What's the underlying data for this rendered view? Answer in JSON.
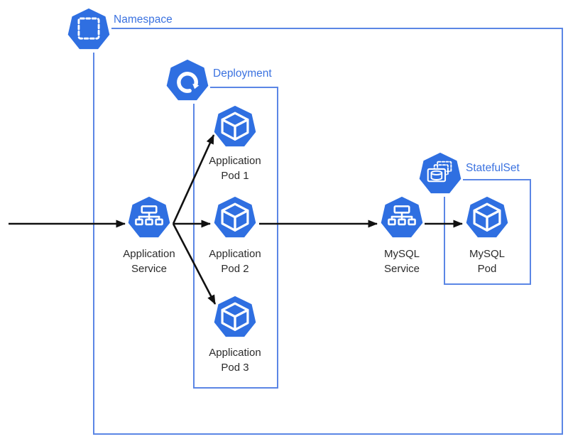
{
  "colors": {
    "k8s_blue": "#2f6fe1",
    "box_border": "#5b86e5",
    "label_blue": "#3b72e0",
    "text_dark": "#2b2b2b",
    "arrow": "#111111"
  },
  "containers": {
    "namespace": {
      "label": "Namespace",
      "icon": "k8s-namespace-icon"
    },
    "deployment": {
      "label": "Deployment",
      "icon": "k8s-deployment-icon"
    },
    "statefulset": {
      "label": "StatefulSet",
      "icon": "k8s-statefulset-icon"
    }
  },
  "nodes": {
    "app_service": {
      "line1": "Application",
      "line2": "Service",
      "icon": "k8s-service-icon"
    },
    "app_pod_1": {
      "line1": "Application",
      "line2": "Pod 1",
      "icon": "k8s-pod-icon"
    },
    "app_pod_2": {
      "line1": "Application",
      "line2": "Pod 2",
      "icon": "k8s-pod-icon"
    },
    "app_pod_3": {
      "line1": "Application",
      "line2": "Pod 3",
      "icon": "k8s-pod-icon"
    },
    "mysql_service": {
      "line1": "MySQL",
      "line2": "Service",
      "icon": "k8s-service-icon"
    },
    "mysql_pod": {
      "line1": "MySQL",
      "line2": "Pod",
      "icon": "k8s-pod-icon"
    }
  }
}
